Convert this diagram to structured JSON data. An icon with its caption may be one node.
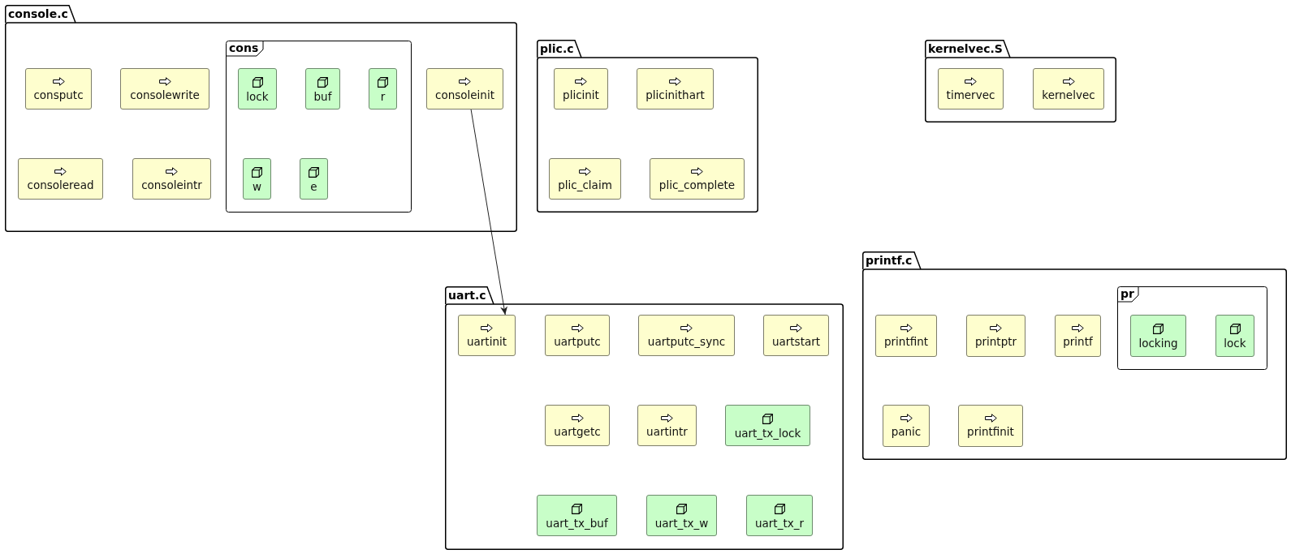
{
  "diagram": {
    "nodes": [
      {
        "text": [
          "console.c"
        ]
      },
      {
        "text": [
          "cons"
        ],
        "in": 0
      },
      {
        "text": [
          "consputc"
        ],
        "in": 0
      },
      {
        "text": [
          "consolewrite"
        ],
        "in": 0
      },
      {
        "text": [
          "lock"
        ],
        "in": 1
      },
      {
        "text": [
          "buf"
        ],
        "in": 1
      },
      {
        "text": [
          "r"
        ],
        "in": 1
      },
      {
        "text": [
          "consoleinit"
        ],
        "in": 0
      },
      {
        "text": [
          "consoleread"
        ],
        "in": 0
      },
      {
        "text": [
          "consoleintr"
        ],
        "in": 0
      },
      {
        "text": [
          "w"
        ],
        "in": 1
      },
      {
        "text": [
          "e"
        ],
        "in": 1
      },
      {
        "text": [
          "plic.c"
        ]
      },
      {
        "text": [
          "plicinit"
        ],
        "in": 12
      },
      {
        "text": [
          "plicinithart"
        ],
        "in": 12
      },
      {
        "text": [
          "plic_claim"
        ],
        "in": 12
      },
      {
        "text": [
          "plic_complete"
        ],
        "in": 12
      },
      {
        "text": [
          "kernelvec.S"
        ]
      },
      {
        "text": [
          "timervec"
        ],
        "in": 17
      },
      {
        "text": [
          "kernelvec"
        ],
        "in": 17
      },
      {
        "text": [
          "uart.c"
        ]
      },
      {
        "text": [
          "uartinit"
        ],
        "in": 20
      },
      {
        "text": [
          "uartputc"
        ],
        "in": 20
      },
      {
        "text": [
          "uartputc_sync"
        ],
        "in": 20
      },
      {
        "text": [
          "uartstart"
        ],
        "in": 20
      },
      {
        "text": [
          "uartgetc"
        ],
        "in": 20
      },
      {
        "text": [
          "uartintr"
        ],
        "in": 20
      },
      {
        "text": [
          "uart_tx_lock"
        ],
        "in": 20
      },
      {
        "text": [
          "uart_tx_buf"
        ],
        "in": 20
      },
      {
        "text": [
          "uart_tx_w"
        ],
        "in": 20
      },
      {
        "text": [
          "uart_tx_r"
        ],
        "in": 20
      },
      {
        "text": [
          "printf.c"
        ]
      },
      {
        "text": [
          "pr"
        ],
        "in": 31
      },
      {
        "text": [
          "printfint"
        ],
        "in": 31
      },
      {
        "text": [
          "printptr"
        ],
        "in": 31
      },
      {
        "text": [
          "printf"
        ],
        "in": 31
      },
      {
        "text": [
          "locking"
        ],
        "in": 32
      },
      {
        "text": [
          "lock"
        ],
        "in": 32
      },
      {
        "text": [
          "panic"
        ],
        "in": 31
      },
      {
        "text": [
          "printfinit"
        ],
        "in": 31
      }
    ],
    "edges": [
      {
        "from": 7,
        "to": 21,
        "arrow": "to"
      }
    ]
  }
}
